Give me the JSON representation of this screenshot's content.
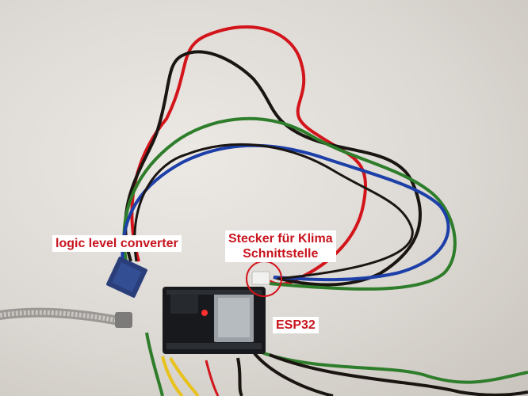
{
  "labels": {
    "converter": "logic level converter",
    "connector_line1": "Stecker für Klima",
    "connector_line2": "Schnittstelle",
    "esp": "ESP32"
  },
  "colors": {
    "label_text": "#c8141e",
    "label_bg": "#ffffff",
    "wire_red": "#d3141b",
    "wire_green": "#2e7d2b",
    "wire_blue": "#1c3fa8",
    "wire_black": "#1b1512",
    "board": "#17191c"
  }
}
